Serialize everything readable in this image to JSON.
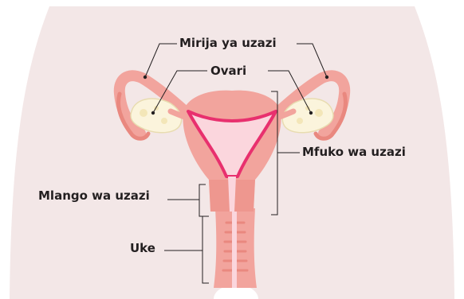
{
  "labels": {
    "fallopian_tubes": "Mirija ya uzazi",
    "ovary": "Ovari",
    "uterus": "Mfuko wa uzazi",
    "cervix": "Mlango wa uzazi",
    "vagina": "Uke"
  },
  "colors": {
    "body": "#f3e7e7",
    "organ": "#f2a49d",
    "organ_dark": "#e9887f",
    "lining": "#e8306e",
    "inner": "#fbd6dd",
    "ovary": "#fbf4dc",
    "line": "#231f20"
  }
}
